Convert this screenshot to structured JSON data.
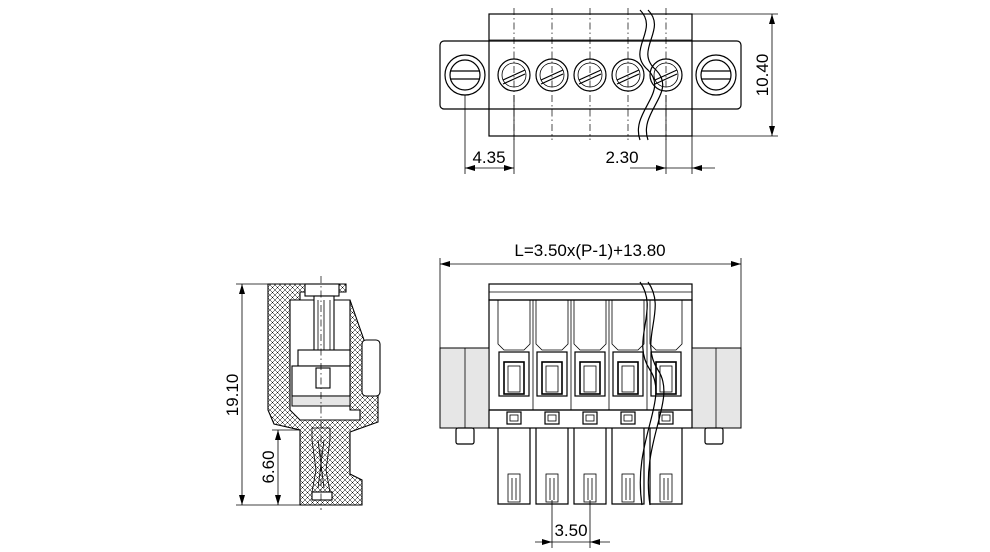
{
  "dimensions": {
    "top_height": "10.40",
    "top_left_offset": "4.35",
    "top_spacing": "2.30",
    "formula_length": "L=3.50x(P-1)+13.80",
    "side_total_height": "19.10",
    "side_lower_height": "6.60",
    "front_pitch": "3.50"
  },
  "views": {
    "top_view": {
      "positions": 5,
      "mounting_screws": 2
    },
    "front_view": {
      "positions": 5,
      "feet": 2
    },
    "side_section": {
      "hatched": true
    }
  }
}
